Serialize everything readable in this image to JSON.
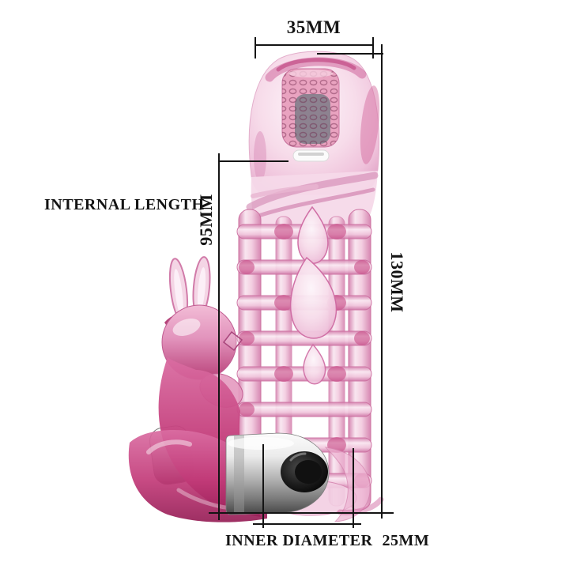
{
  "annotations": {
    "width_top": "35MM",
    "internal_length_label": "INTERNAL LENGTH",
    "internal_length_value": "95MM",
    "overall_length_value": "130MM",
    "inner_diameter_label": "INNER DIAMETER",
    "inner_diameter_value": "25MM"
  },
  "colors": {
    "annotation_ink": "#141414",
    "jelly_light": "#f7dcea",
    "jelly_mid": "#eeaccb",
    "jelly_deep": "#c2256e",
    "texture_pink": "#e9a3c0",
    "texture_gray": "#8d8290",
    "bullet_silver": "#d9d9d9",
    "bullet_tip_black": "#111111",
    "background": "#ffffff"
  }
}
